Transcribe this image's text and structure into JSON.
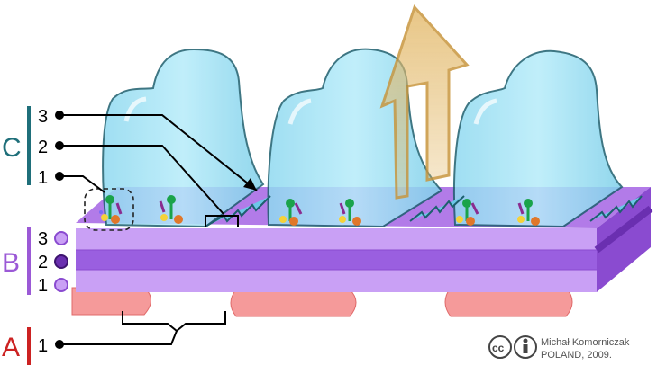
{
  "groups": [
    {
      "letter": "C",
      "numbers": [
        "3",
        "2",
        "1"
      ],
      "color": "#1f6f7a"
    },
    {
      "letter": "B",
      "numbers": [
        "3",
        "2",
        "1"
      ],
      "color": "#9b59d6"
    },
    {
      "letter": "A",
      "numbers": [
        "1"
      ],
      "color": "#cc2222"
    }
  ],
  "credit": {
    "license_badge": "cc",
    "author": "Michał Komorniczak",
    "place_year": "POLAND, 2009."
  },
  "colors": {
    "villus_fill": "#a8e6f7",
    "villus_stroke": "#1d5f6e",
    "arrow_fill": "#d4a85a",
    "band_light": "#c9a0f5",
    "band_mid": "#9a5fe0",
    "band_dark": "#7a3fc0",
    "vessel": "#f59a9a"
  }
}
